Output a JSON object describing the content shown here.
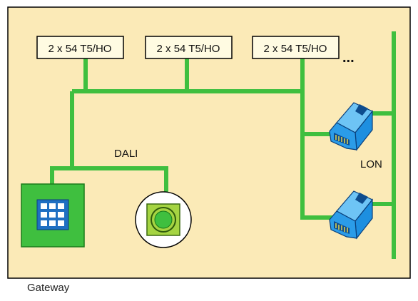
{
  "diagram": {
    "fixtures": [
      {
        "label": "2 x 54 T5/HO"
      },
      {
        "label": "2 x 54 T5/HO"
      },
      {
        "label": "2 x 54 T5/HO"
      }
    ],
    "ellipsis": "...",
    "dali_label": "DALI",
    "lon_label": "LON",
    "caption": "Gateway",
    "colors": {
      "background": "#fbeab7",
      "border": "#000000",
      "line": "#3fbf3f",
      "panel_green": "#3fbf3f",
      "keypad_blue": "#1f6fc2",
      "sensor_fill": "#a5d442",
      "connector_blue": "#1d8fe0"
    },
    "icons": [
      "gateway-keypad-icon",
      "sensor-icon",
      "network-connector-icon",
      "network-connector-icon"
    ]
  }
}
